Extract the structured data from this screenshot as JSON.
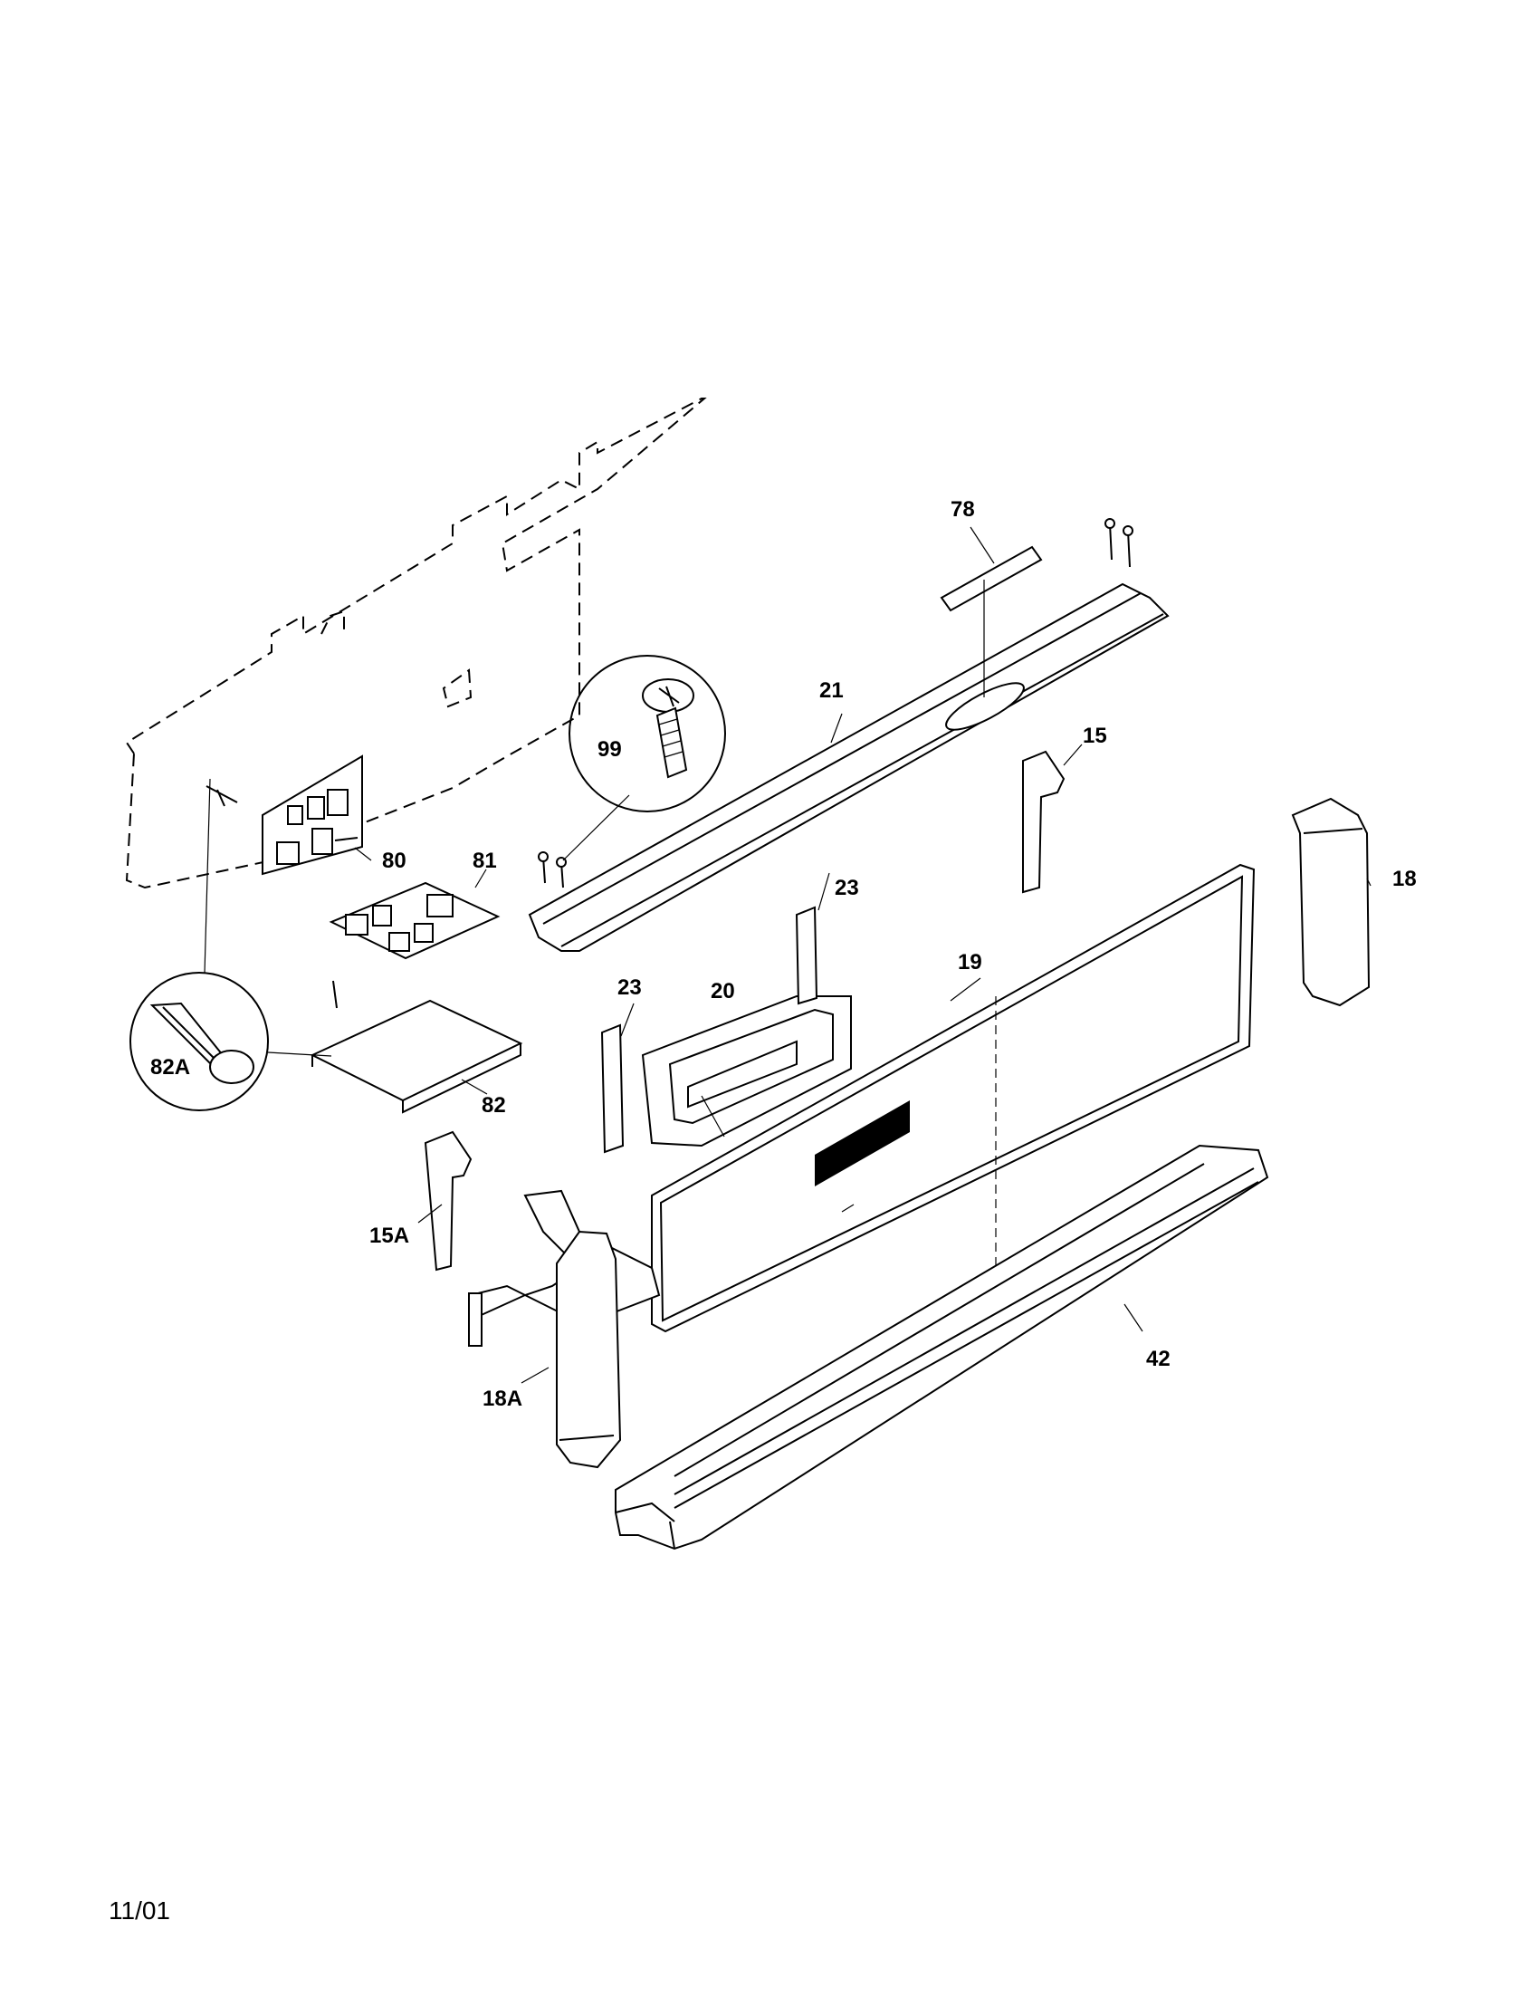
{
  "callouts": {
    "c78": "78",
    "c21": "21",
    "c99": "99",
    "c15": "15",
    "c80": "80",
    "c81": "81",
    "c23a": "23",
    "c23b": "23",
    "c20": "20",
    "c19": "19",
    "c18": "18",
    "c82a": "82A",
    "c82": "82",
    "c15a": "15A",
    "c42": "42",
    "c18a": "18A"
  },
  "footer": {
    "date": "11/01"
  }
}
